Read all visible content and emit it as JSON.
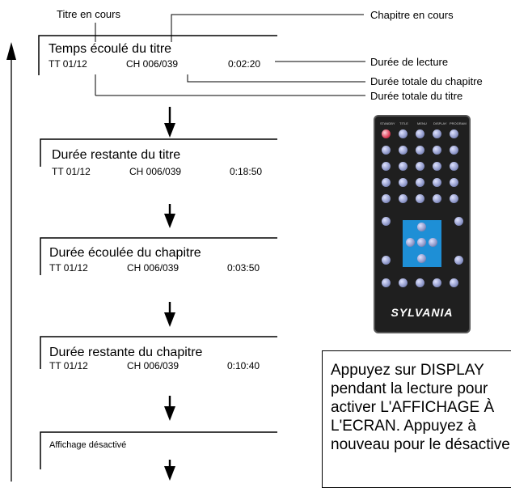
{
  "labels": {
    "titre_en_cours": "Titre en cours",
    "chapitre_en_cours": "Chapitre en cours",
    "duree_lecture": "Durée de lecture",
    "duree_totale_chapitre": "Durée totale du chapitre",
    "duree_totale_titre": "Durée totale du titre"
  },
  "panels": [
    {
      "title": "Temps écoulé du titre",
      "tt": "TT  01/12",
      "ch": "CH  006/039",
      "time": "0:02:20"
    },
    {
      "title": "Durée restante du titre",
      "tt": "TT  01/12",
      "ch": "CH  006/039",
      "time": "0:18:50"
    },
    {
      "title": "Durée écoulée du chapitre",
      "tt": "TT  01/12",
      "ch": "CH  006/039",
      "time": "0:03:50"
    },
    {
      "title": "Durée restante du chapitre",
      "tt": "TT  01/12",
      "ch": "CH  006/039",
      "time": "0:10:40"
    },
    {
      "title": "Affichage désactivé"
    }
  ],
  "remote": {
    "brand": "SYLVANIA",
    "top_labels": [
      "STANDBY",
      "TITLE",
      "MENU",
      "DISPLAY",
      "PROGRAM"
    ],
    "accent_color": "#1e8fd6",
    "standby_color": "#e0405a"
  },
  "note": {
    "text": "Appuyez sur DISPLAY pendant la lecture pour activer L'AFFICHAGE À L'ECRAN. Appuyez à nouveau pour le désactiver."
  }
}
